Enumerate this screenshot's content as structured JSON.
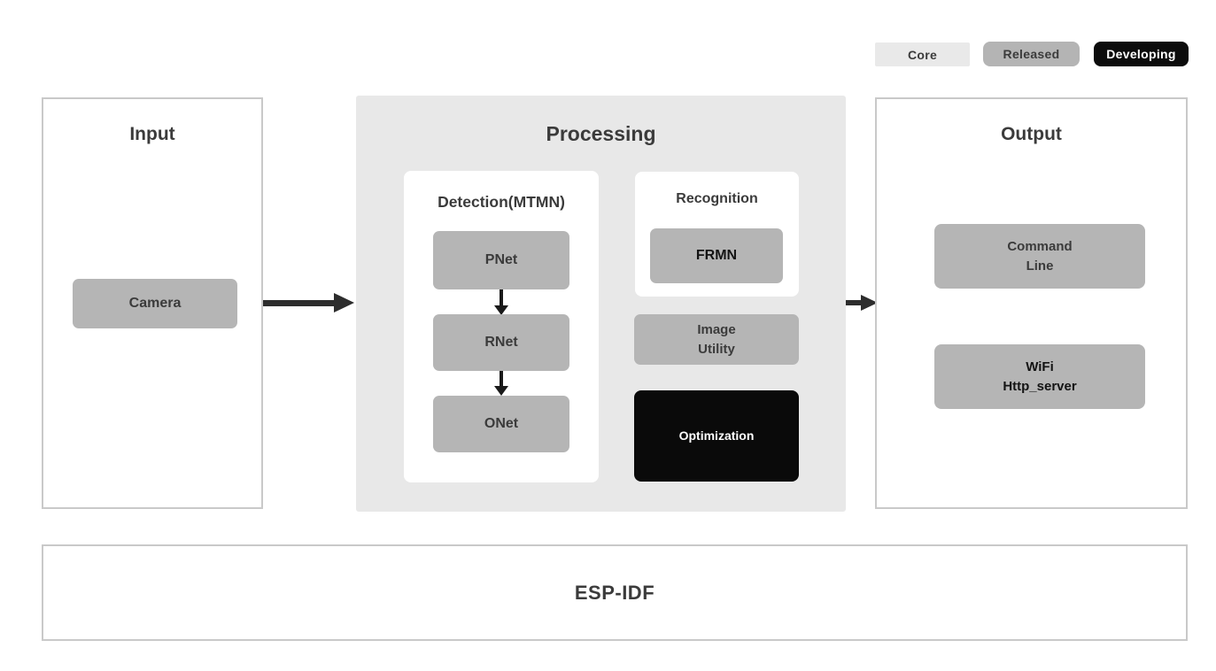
{
  "legend": {
    "items": [
      {
        "label": "Core",
        "bg": "#e9e9e9",
        "fg": "#3b3b3b"
      },
      {
        "label": "Released",
        "bg": "#b4b4b4",
        "fg": "#3b3b3b"
      },
      {
        "label": "Developing",
        "bg": "#0c0c0c",
        "fg": "#ffffff"
      }
    ]
  },
  "panels": {
    "input": {
      "title": "Input",
      "camera": "Camera"
    },
    "processing": {
      "title": "Processing",
      "detection": {
        "title": "Detection(MTMN)",
        "pnet": "PNet",
        "rnet": "RNet",
        "onet": "ONet"
      },
      "recognition": {
        "title": "Recognition",
        "frmn": "FRMN"
      },
      "image_utility": "Image\nUtility",
      "optimization": "Optimization"
    },
    "output": {
      "title": "Output",
      "command_line": "Command\nLine",
      "wifi_http_server": "WiFi\nHttp_server"
    },
    "foundation": {
      "title": "ESP-IDF"
    }
  },
  "colors": {
    "processing_background": "#e8e8e8",
    "module_gray": "#b5b5b5",
    "module_black": "#0a0a0a",
    "panel_border": "#c9c9c9",
    "arrow": "#2d2d2d",
    "text_dark": "#3b3b3b",
    "text_white": "#ffffff"
  }
}
